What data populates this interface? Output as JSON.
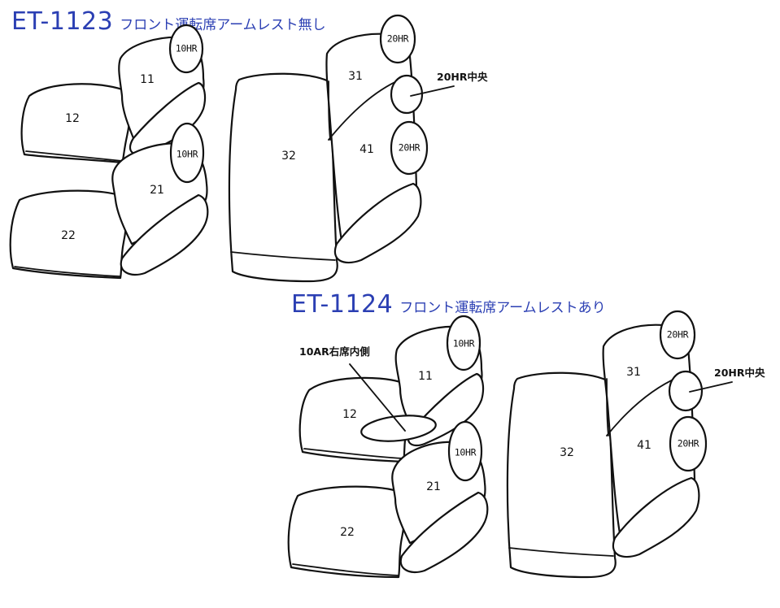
{
  "diagrams": [
    {
      "code": "ET-1123",
      "description": "フロント運転席アームレスト無し",
      "parts": {
        "p11": "11",
        "p12": "12",
        "p21": "21",
        "p22": "22",
        "p31": "31",
        "p32": "32",
        "p41": "41",
        "hr_front_top": "10HR",
        "hr_front_bottom": "10HR",
        "hr_rear_top": "20HR",
        "hr_rear_bottom": "20HR"
      },
      "callouts": {
        "rear_center": "20HR中央"
      }
    },
    {
      "code": "ET-1124",
      "description": "フロント運転席アームレストあり",
      "parts": {
        "p11": "11",
        "p12": "12",
        "p21": "21",
        "p22": "22",
        "p31": "31",
        "p32": "32",
        "p41": "41",
        "hr_front_top": "10HR",
        "hr_front_bottom": "10HR",
        "hr_rear_top": "20HR",
        "hr_rear_bottom": "20HR"
      },
      "callouts": {
        "rear_center": "20HR中央",
        "armrest": "10AR右席内側"
      }
    }
  ],
  "colors": {
    "title": "#2b3fb3",
    "outline": "#111111"
  }
}
